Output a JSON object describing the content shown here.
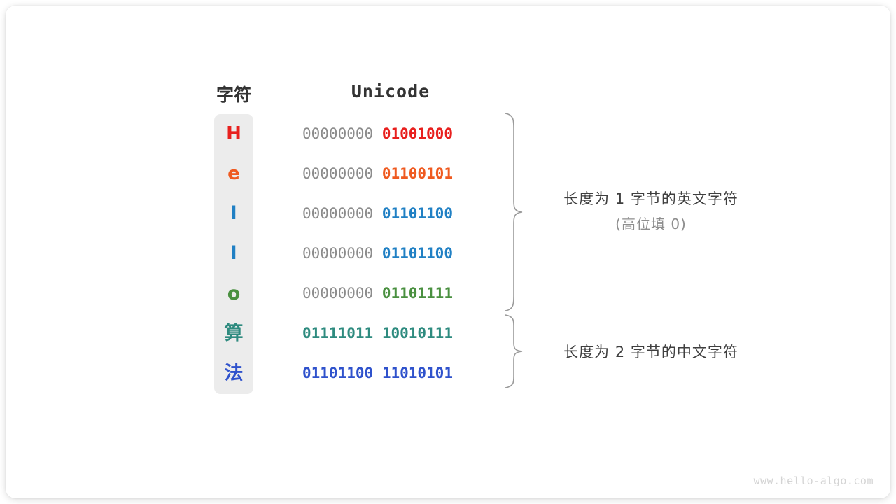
{
  "headers": {
    "character": "字符",
    "unicode": "Unicode"
  },
  "rows": [
    {
      "char": "H",
      "char_color": "#e8201e",
      "high_byte": "00000000",
      "low_byte": "01001000",
      "low_color": "#e8201e",
      "high_emphasis": false
    },
    {
      "char": "e",
      "char_color": "#ef5a20",
      "high_byte": "00000000",
      "low_byte": "01100101",
      "low_color": "#ef5a20",
      "high_emphasis": false
    },
    {
      "char": "l",
      "char_color": "#2080c4",
      "high_byte": "00000000",
      "low_byte": "01101100",
      "low_color": "#2080c4",
      "high_emphasis": false
    },
    {
      "char": "l",
      "char_color": "#2080c4",
      "high_byte": "00000000",
      "low_byte": "01101100",
      "low_color": "#2080c4",
      "high_emphasis": false
    },
    {
      "char": "o",
      "char_color": "#4a9040",
      "high_byte": "00000000",
      "low_byte": "01101111",
      "low_color": "#4a9040",
      "high_emphasis": false
    },
    {
      "char": "算",
      "char_color": "#2e8b7f",
      "high_byte": "01111011",
      "low_byte": "10010111",
      "low_color": "#2e8b7f",
      "high_emphasis": true,
      "high_color": "#2e8b7f"
    },
    {
      "char": "法",
      "char_color": "#2f52cc",
      "high_byte": "01101100",
      "low_byte": "11010101",
      "low_color": "#2f52cc",
      "high_emphasis": true,
      "high_color": "#2f52cc"
    }
  ],
  "annotations": [
    {
      "line1": "长度为 1 字节的英文字符",
      "line2": "(高位填 0)"
    },
    {
      "line1": "长度为 2 字节的中文字符",
      "line2": ""
    }
  ],
  "watermark": "www.hello-algo.com",
  "colors": {
    "column_background": "#ececec",
    "header_text": "#333333",
    "high_byte_gray": "#8c8c8c",
    "brace_stroke": "#9a9a9a",
    "note_text": "#3f3f3f",
    "note_sub_text": "#8e8e8e",
    "watermark": "#d4d4d4",
    "card_background": "#ffffff"
  }
}
